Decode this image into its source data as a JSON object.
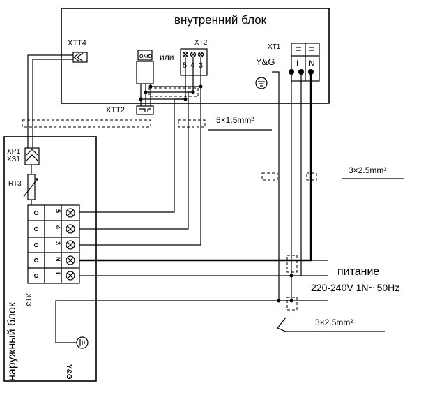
{
  "indoor_unit": {
    "title": "внутренний блок"
  },
  "outdoor_unit": {
    "title": "наружный блок"
  },
  "labels": {
    "xtt4": "XTT4",
    "xtt2": "XTT2",
    "xt2": "XT2",
    "xt1": "XT1",
    "on_off": "ON/O",
    "or": "или",
    "yg_indoor": "Y&G",
    "yg_outdoor": "Y&G",
    "xp1": "XP1",
    "xs1": "XS1",
    "rt3": "RT3",
    "xt3": "XT3",
    "cable_signal": "5×1.5mm²",
    "cable_power_upper": "3×2.5mm²",
    "cable_power_lower": "3×2.5mm²",
    "power_title": "питание",
    "power_spec": "220-240V 1N~ 50Hz"
  },
  "xt2_terminals": [
    "5",
    "4",
    "3"
  ],
  "xt1_terminals": [
    "L",
    "N"
  ],
  "xt3_terminals": [
    "5",
    "4",
    "3",
    "N",
    "L"
  ]
}
